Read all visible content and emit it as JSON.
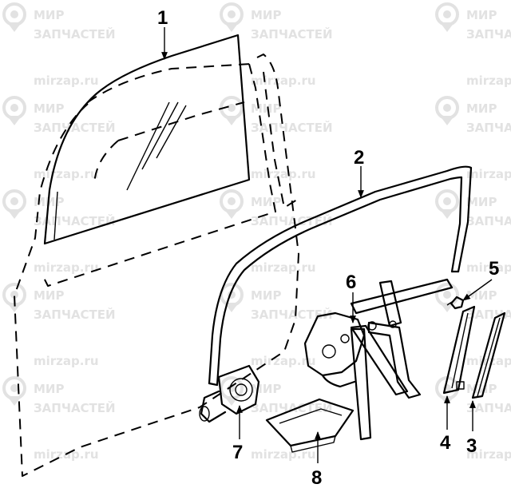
{
  "watermark": {
    "line1": "МИР",
    "line2": "ЗАПЧАСТЕЙ",
    "site": "mirzap.ru",
    "color": "#e2e2e2"
  },
  "parts": [
    {
      "number": "1",
      "name": "door-glass"
    },
    {
      "number": "2",
      "name": "glass-run-channel"
    },
    {
      "number": "3",
      "name": "rear-guide-channel"
    },
    {
      "number": "4",
      "name": "front-guide-channel"
    },
    {
      "number": "5",
      "name": "clip-fastener"
    },
    {
      "number": "6",
      "name": "window-regulator"
    },
    {
      "number": "7",
      "name": "regulator-motor"
    },
    {
      "number": "8",
      "name": "regulator-bracket"
    }
  ]
}
